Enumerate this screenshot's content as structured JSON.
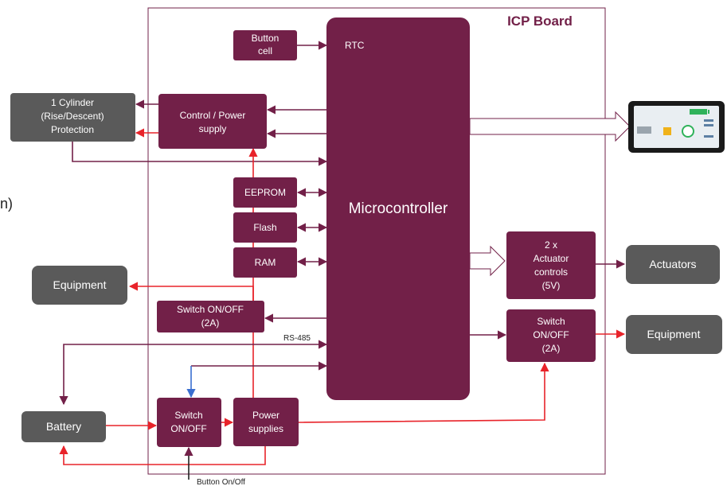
{
  "board_title": "ICP Board",
  "partial_left_text": "n)",
  "colors": {
    "block": "#722048",
    "gray": "#5a5a5a",
    "purple_line": "#722048",
    "red_line": "#e8232a",
    "blue_line": "#3a6fd0",
    "board_border": "#722048"
  },
  "blocks": {
    "microcontroller": "Microcontroller",
    "rtc": "RTC",
    "button_cell": [
      "Button",
      "cell"
    ],
    "control_power": [
      "Control / Power",
      "supply"
    ],
    "eeprom": "EEPROM",
    "flash": "Flash",
    "ram": "RAM",
    "switch_2a_left": [
      "Switch ON/OFF",
      "(2A)"
    ],
    "switch_main": [
      "Switch",
      "ON/OFF"
    ],
    "power_supplies": [
      "Power",
      "supplies"
    ],
    "actuator_controls": [
      "2 x",
      "Actuator",
      "controls",
      "(5V)"
    ],
    "switch_2a_right": [
      "Switch",
      "ON/OFF",
      "(2A)"
    ]
  },
  "external": {
    "cylinder": [
      "1 Cylinder",
      "(Rise/Descent)",
      "Protection"
    ],
    "equipment_left": "Equipment",
    "battery": "Battery",
    "actuators": "Actuators",
    "equipment_right": "Equipment"
  },
  "labels": {
    "rs485": "RS-485",
    "button_onoff": "Button On/Off"
  },
  "device_icon": "tablet-display-icon"
}
